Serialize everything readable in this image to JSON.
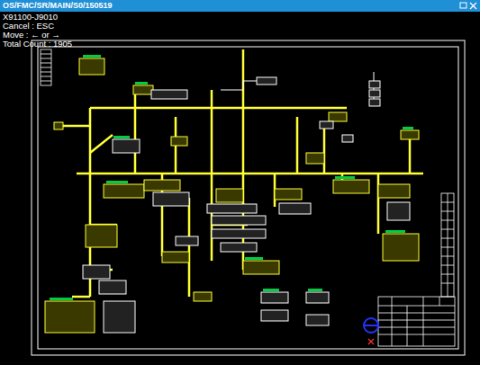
{
  "diagram": {
    "title": "OS/FMC/SR/MAIN/S0/150519",
    "labels": [
      "X91100-J9010",
      "Cancel : ESC",
      "Move : ← or →",
      "Total Count : 1905"
    ]
  }
}
